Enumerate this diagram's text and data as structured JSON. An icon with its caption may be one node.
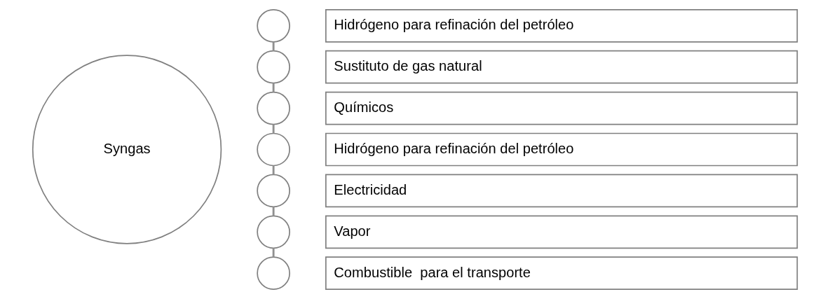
{
  "diagram": {
    "nodes": [
      {
        "text": [
          "Syngas"
        ]
      },
      {
        "text": [],
        "shape": "circle"
      },
      {
        "text": [],
        "shape": "circle"
      },
      {
        "text": [],
        "shape": "circle"
      },
      {
        "text": [],
        "shape": "circle"
      },
      {
        "text": [],
        "shape": "circle"
      },
      {
        "text": [],
        "shape": "circle"
      },
      {
        "text": [],
        "shape": "circle"
      },
      {
        "text": [
          "Hidrógeno para refinación del petróleo"
        ]
      },
      {
        "text": [
          "Sustituto de gas natural"
        ]
      },
      {
        "text": [
          "Químicos"
        ]
      },
      {
        "text": [
          "Hidrógeno para refinación del petróleo"
        ]
      },
      {
        "text": [
          "Electricidad"
        ]
      },
      {
        "text": [
          "Vapor"
        ]
      },
      {
        "text": [
          "Combustible  para el transporte"
        ]
      }
    ],
    "edges": [
      {
        "from": 1,
        "to": 2,
        "arrow": "none"
      },
      {
        "from": 2,
        "to": 3,
        "arrow": "none"
      },
      {
        "from": 3,
        "to": 4,
        "arrow": "none"
      },
      {
        "from": 4,
        "to": 5,
        "arrow": "none"
      },
      {
        "from": 5,
        "to": 6,
        "arrow": "none"
      },
      {
        "from": 6,
        "to": 7,
        "arrow": "none"
      }
    ]
  }
}
